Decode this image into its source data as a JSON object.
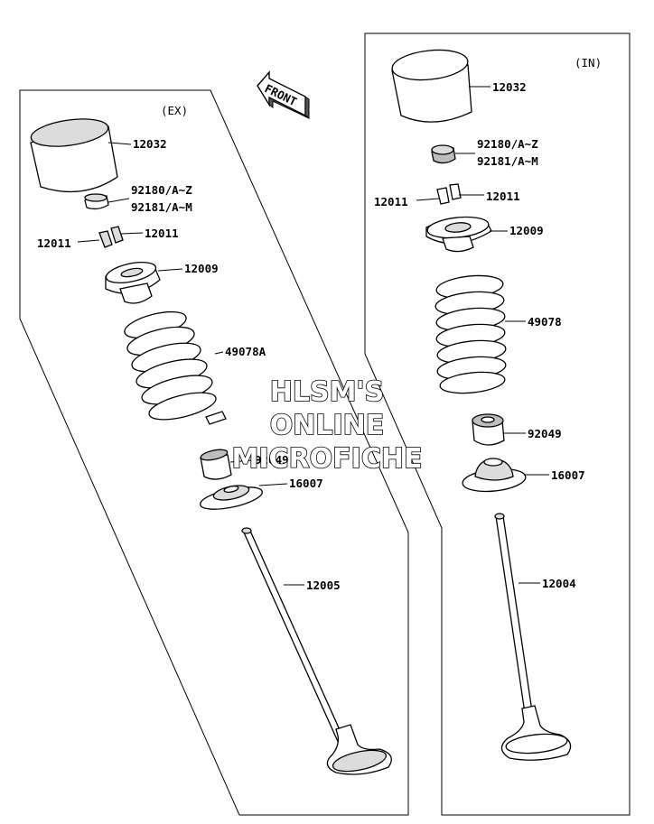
{
  "watermark": {
    "line1": "HLSM'S",
    "line2": "ONLINE",
    "line3": "MICROFICHE"
  },
  "direction_label": "FRONT",
  "groups": {
    "exhaust": "(EX)",
    "intake": "(IN)"
  },
  "exhaust_parts": {
    "tappet": "12032",
    "shim_a": "92180/A~Z",
    "shim_b": "92181/A~M",
    "cotter_left": "12011",
    "cotter_right": "12011",
    "retainer": "12009",
    "spring": "49078A",
    "seal": "92049",
    "seat": "16007",
    "valve": "12005"
  },
  "intake_parts": {
    "tappet": "12032",
    "shim_a": "92180/A~Z",
    "shim_b": "92181/A~M",
    "cotter_left": "12011",
    "cotter_right": "12011",
    "retainer": "12009",
    "spring": "49078",
    "seal": "92049",
    "seat": "16007",
    "valve": "12004"
  }
}
